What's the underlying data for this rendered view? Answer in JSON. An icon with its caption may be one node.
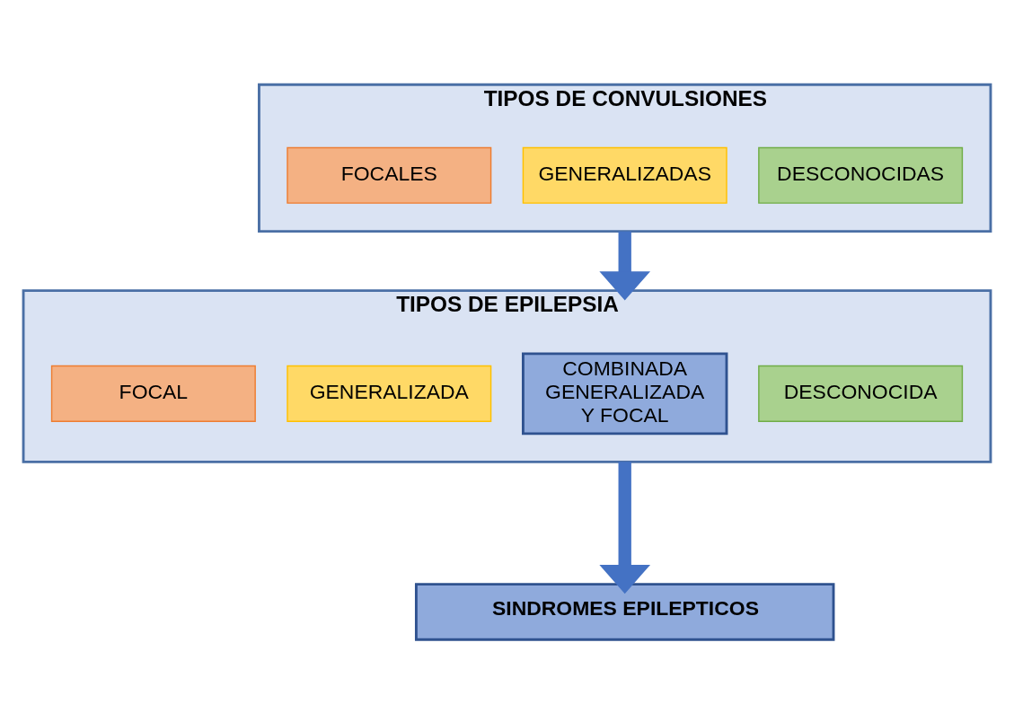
{
  "diagram": {
    "nodes": [
      {
        "text": [
          "TIPOS DE CONVULSIONES"
        ]
      },
      {
        "text": [
          "FOCALES"
        ],
        "in": 0
      },
      {
        "text": [
          "GENERALIZADAS"
        ],
        "in": 0
      },
      {
        "text": [
          "DESCONOCIDAS"
        ],
        "in": 0
      },
      {
        "text": [
          "TIPOS DE EPILEPSIA"
        ]
      },
      {
        "text": [
          "FOCAL"
        ],
        "in": 4
      },
      {
        "text": [
          "GENERALIZADA"
        ],
        "in": 4
      },
      {
        "text": [
          "COMBINADA GENERALIZADA Y FOCAL"
        ],
        "in": 4
      },
      {
        "text": [
          "DESCONOCIDA"
        ],
        "in": 4
      },
      {
        "text": [
          "SINDROMES EPILEPTICOS"
        ]
      }
    ],
    "edges": [
      {
        "from": 0,
        "to": 4,
        "arrow": "to"
      },
      {
        "from": 4,
        "to": 9,
        "arrow": "to"
      }
    ]
  }
}
